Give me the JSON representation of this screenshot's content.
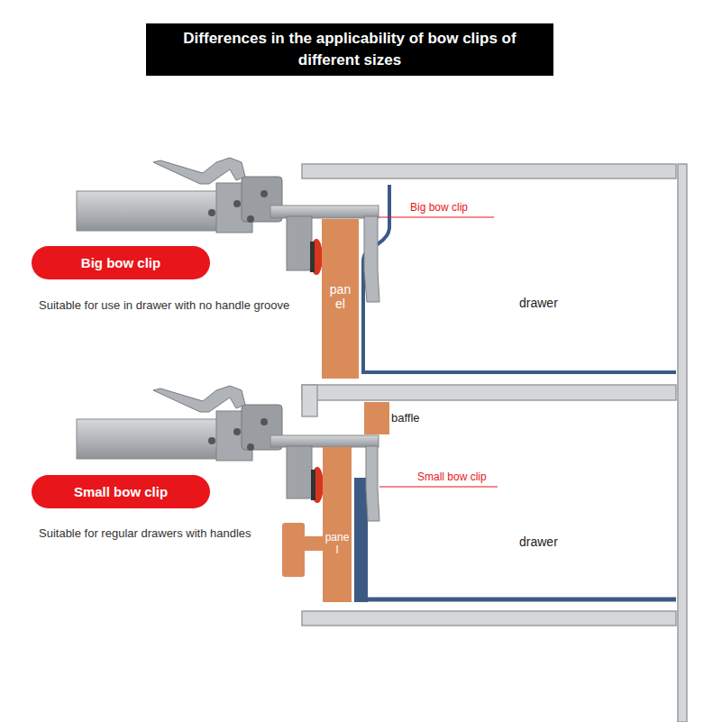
{
  "diagram": {
    "title": "Differences in the applicability of bow clips of different sizes",
    "nodes": [
      {
        "text": [
          "Big bow clip"
        ]
      },
      {
        "text": [
          "pan el"
        ]
      },
      {
        "text": [
          "baffle"
        ]
      },
      {
        "text": [
          "Small bow clip"
        ]
      },
      {
        "text": [
          "pane l"
        ]
      }
    ],
    "labels": [
      "Suitable for use in drawer with no handle groove",
      "Big bow clip",
      "drawer",
      "Small bow clip",
      "Suitable for regular drawers with handles",
      "drawer"
    ]
  }
}
